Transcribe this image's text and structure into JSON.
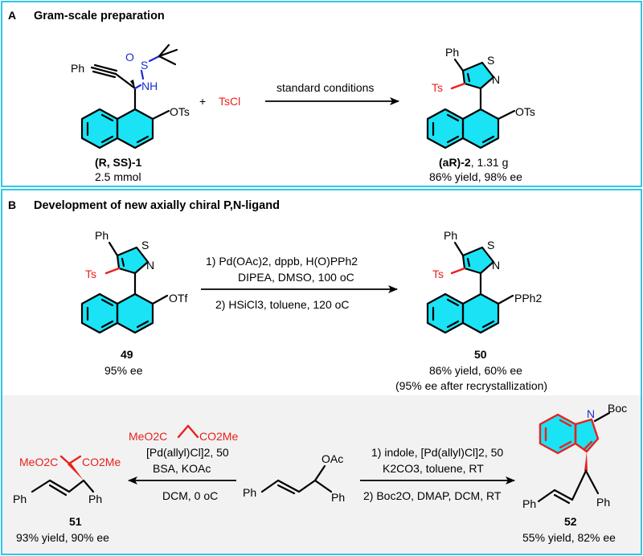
{
  "colors": {
    "frame": "#2ec7e6",
    "aromatic_fill": "#19e3f5",
    "panel_c_bg": "#f2f2f2",
    "red": "#e8201c",
    "blue": "#1c2cd0"
  },
  "panel_a": {
    "letter": "A",
    "title": "Gram-scale preparation",
    "plus": "+",
    "reagent": "TsCl",
    "arrow_label": "standard conditions",
    "sm_label": "(R, SS)-1",
    "sm_amount": "2.5 mmol",
    "product_label_prefix": "(aR)",
    "product_label_suffix": "-2",
    "product_mass": ", 1.31 g",
    "product_result": "86% yield, 98% ee",
    "atoms": {
      "ph": "Ph",
      "ots": "OTs",
      "o": "O",
      "s": "S",
      "nh": "NH",
      "ts": "Ts",
      "n": "N"
    }
  },
  "panel_b": {
    "letter": "B",
    "title": "Development of new axially chiral P,N-ligand",
    "conditions_1": "1) Pd(OAc)2, dppb, H(O)PPh2",
    "conditions_2": "DIPEA, DMSO, 100 oC",
    "conditions_3": "2) HSiCl3, toluene, 120 oC",
    "sm_label": "49",
    "sm_ee": "95% ee",
    "product_label": "50",
    "product_result": "86% yield, 60% ee",
    "product_note": "(95% ee after recrystallization)",
    "atoms": {
      "ph": "Ph",
      "otf": "OTf",
      "pph2": "PPh2",
      "ts": "Ts",
      "s": "S",
      "n": "N"
    }
  },
  "panel_c": {
    "left_reagent": "MeO2C    CO2Me",
    "left_cond_1": "[Pd(allyl)Cl]2, 50",
    "left_cond_2": "BSA, KOAc",
    "left_cond_3": "DCM, 0 oC",
    "right_cond_1": "1) indole, [Pd(allyl)Cl]2, 50",
    "right_cond_2": "K2CO3, toluene, RT",
    "right_cond_3": "2) Boc2O, DMAP, DCM, RT",
    "sm_oac": "OAc",
    "left_product_label": "51",
    "left_product_result": "93% yield, 90% ee",
    "right_product_label": "52",
    "right_product_result": "55% yield, 82% ee",
    "atoms": {
      "ph": "Ph",
      "meo2c": "MeO2C",
      "co2me": "CO2Me",
      "boc": "Boc",
      "n": "N"
    }
  }
}
